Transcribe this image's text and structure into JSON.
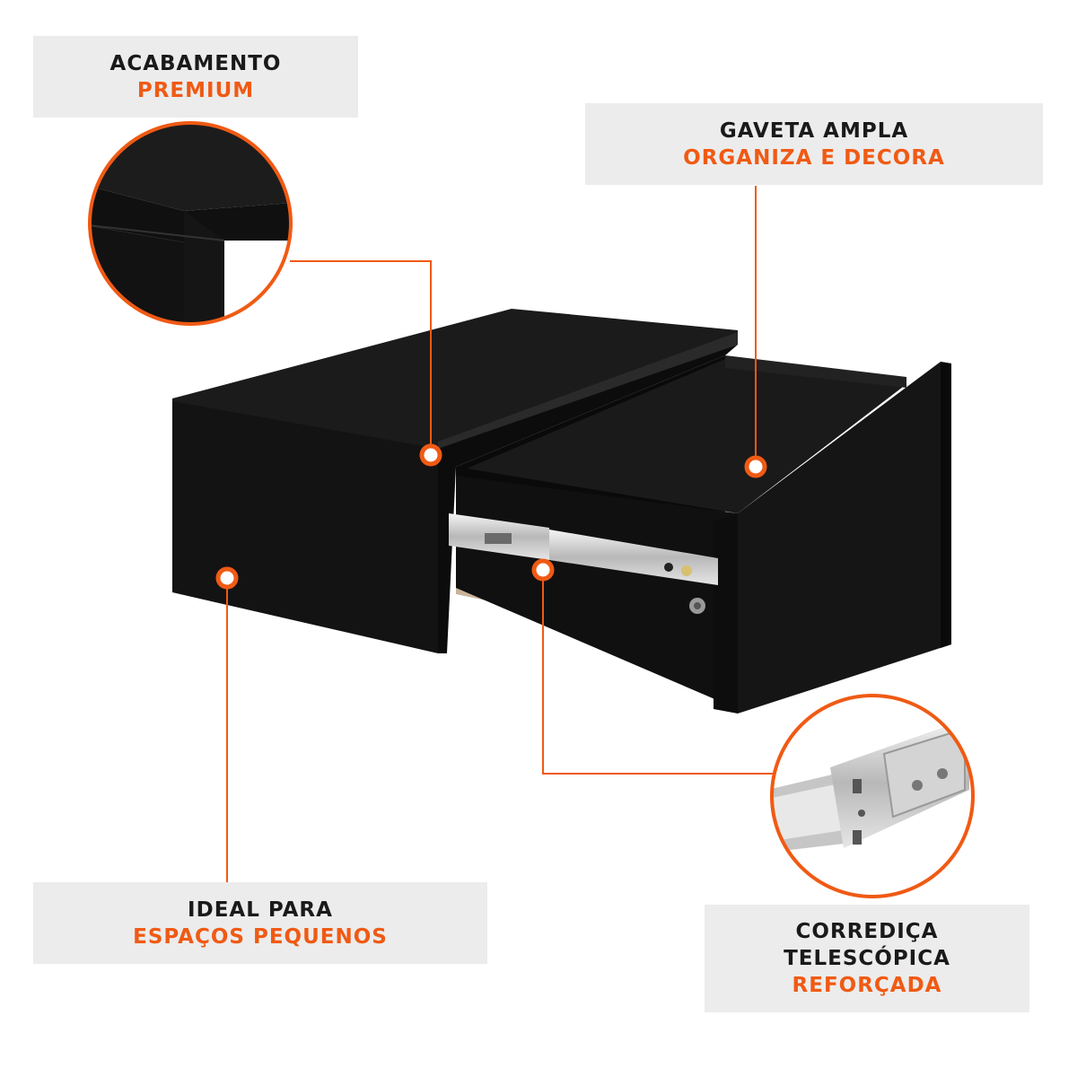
{
  "colors": {
    "accent": "#f05a14",
    "dark_text": "#1a1a1a",
    "label_bg": "#ececec",
    "furniture": "#121212"
  },
  "labels": {
    "premium": {
      "line1": "ACABAMENTO",
      "line2": "PREMIUM"
    },
    "gaveta": {
      "line1": "GAVETA AMPLA",
      "line2": "ORGANIZA E DECORA"
    },
    "ideal": {
      "line1": "IDEAL PARA",
      "line2": "ESPAÇOS PEQUENOS"
    },
    "corredica": {
      "line1": "CORREDIÇA",
      "line2": "TELESCÓPICA",
      "line3": "REFORÇADA"
    }
  }
}
